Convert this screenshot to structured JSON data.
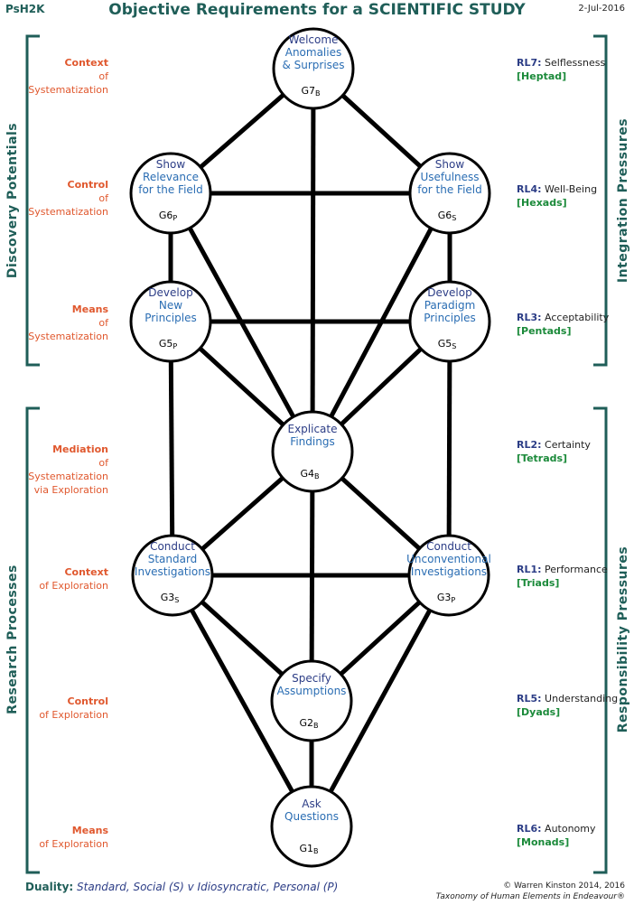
{
  "header": {
    "brand": "PsH2K",
    "title": "Objective Requirements for a SCIENTIFIC STUDY",
    "date": "2-Jul-2016"
  },
  "sides": {
    "left_top": "Discovery  Potentials",
    "left_bottom": "Research  Processes",
    "right_top": "Integration  Pressures",
    "right_bottom": "Responsibility  Pressures"
  },
  "left_labels": [
    {
      "bold": "Context",
      "rest": [
        "of",
        "Systematization"
      ]
    },
    {
      "bold": "Control",
      "rest": [
        "of",
        "Systematization"
      ]
    },
    {
      "bold": "Means",
      "rest": [
        "of",
        "Systematization"
      ]
    },
    {
      "bold": "Mediation",
      "rest": [
        "of",
        "Systematization",
        "via Exploration"
      ]
    },
    {
      "bold": "Context",
      "rest": [
        "of Exploration"
      ]
    },
    {
      "bold": "Control",
      "rest": [
        "of Exploration"
      ]
    },
    {
      "bold": "Means",
      "rest": [
        "of Exploration"
      ]
    }
  ],
  "right_labels": [
    {
      "key": "RL7:",
      "name": "Selflessness",
      "group": "[Heptad]"
    },
    {
      "key": "RL4:",
      "name": "Well-Being",
      "group": "[Hexads]"
    },
    {
      "key": "RL3:",
      "name": "Acceptability",
      "group": "[Pentads]"
    },
    {
      "key": "RL2:",
      "name": "Certainty",
      "group": "[Tetrads]"
    },
    {
      "key": "RL1:",
      "name": "Performance",
      "group": "[Triads]"
    },
    {
      "key": "RL5:",
      "name": "Understanding",
      "group": "[Dyads]"
    },
    {
      "key": "RL6:",
      "name": "Autonomy",
      "group": "[Monads]"
    }
  ],
  "nodes": [
    {
      "id": "G7",
      "lines": [
        "Welcome",
        "Anomalies",
        "& Surprises"
      ],
      "code": "G7",
      "sub": "B"
    },
    {
      "id": "G6P",
      "lines": [
        "Show",
        "Relevance",
        "for the Field"
      ],
      "code": "G6",
      "sub": "P"
    },
    {
      "id": "G6S",
      "lines": [
        "Show",
        "Usefulness",
        "for the Field"
      ],
      "code": "G6",
      "sub": "S"
    },
    {
      "id": "G5P",
      "lines": [
        "Develop",
        "New",
        "Principles"
      ],
      "code": "G5",
      "sub": "P"
    },
    {
      "id": "G5S",
      "lines": [
        "Develop",
        "Paradigm",
        "Principles"
      ],
      "code": "G5",
      "sub": "S"
    },
    {
      "id": "G4",
      "lines": [
        "Explicate",
        "Findings"
      ],
      "code": "G4",
      "sub": "B"
    },
    {
      "id": "G3S",
      "lines": [
        "Conduct",
        "Standard",
        "Investigations"
      ],
      "code": "G3",
      "sub": "S"
    },
    {
      "id": "G3P",
      "lines": [
        "Conduct",
        "Unconventional",
        "Investigations"
      ],
      "code": "G3",
      "sub": "P"
    },
    {
      "id": "G2",
      "lines": [
        "Specify",
        "Assumptions"
      ],
      "code": "G2",
      "sub": "B"
    },
    {
      "id": "G1",
      "lines": [
        "Ask",
        "Questions"
      ],
      "code": "G1",
      "sub": "B"
    }
  ],
  "footer": {
    "duality_label": "Duality:",
    "duality_text": "Standard, Social  (S)  v  Idiosyncratic, Personal (P)",
    "copyright": "© Warren Kinston 2014, 2016",
    "taxonomy": "Taxonomy of Human Elements in Endeavour®"
  },
  "colors": {
    "teal": "#1f5e58",
    "orange": "#e0582e",
    "navy": "#2c3d86",
    "blue": "#2a6db3",
    "green": "#1b8a3a"
  }
}
